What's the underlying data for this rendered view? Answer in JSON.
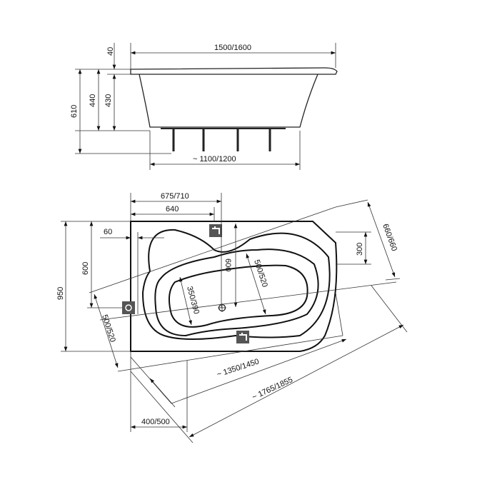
{
  "side_view": {
    "length": "1500/1600",
    "rim": "40",
    "height_440": "440",
    "height_430": "430",
    "height_610": "610",
    "legs_span": "~ 1100/1200"
  },
  "plan_view": {
    "width_675": "675/710",
    "width_640": "640",
    "offset_60": "60",
    "height_600_left": "600",
    "height_950": "950",
    "inner_600": "600",
    "inner_500": "500/520",
    "inner_350": "350/390",
    "right_300": "300",
    "diag_660": "660/660",
    "diag_500": "500/520",
    "diag_1350": "~ 1350/1450",
    "diag_1765": "~ 1765/1855",
    "bottom_400": "400/500"
  },
  "colors": {
    "line": "#111111",
    "icon": "#555555"
  }
}
